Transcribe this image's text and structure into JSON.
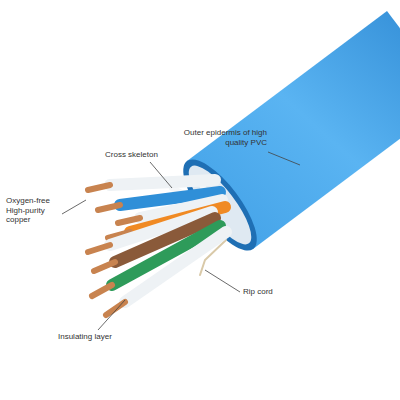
{
  "diagram": {
    "labels": [
      "Outer epidermis of high quality PVC",
      "Cross skeleton",
      "Oxygen-free High-purity copper",
      "Rip cord",
      "Insulating layer"
    ]
  }
}
